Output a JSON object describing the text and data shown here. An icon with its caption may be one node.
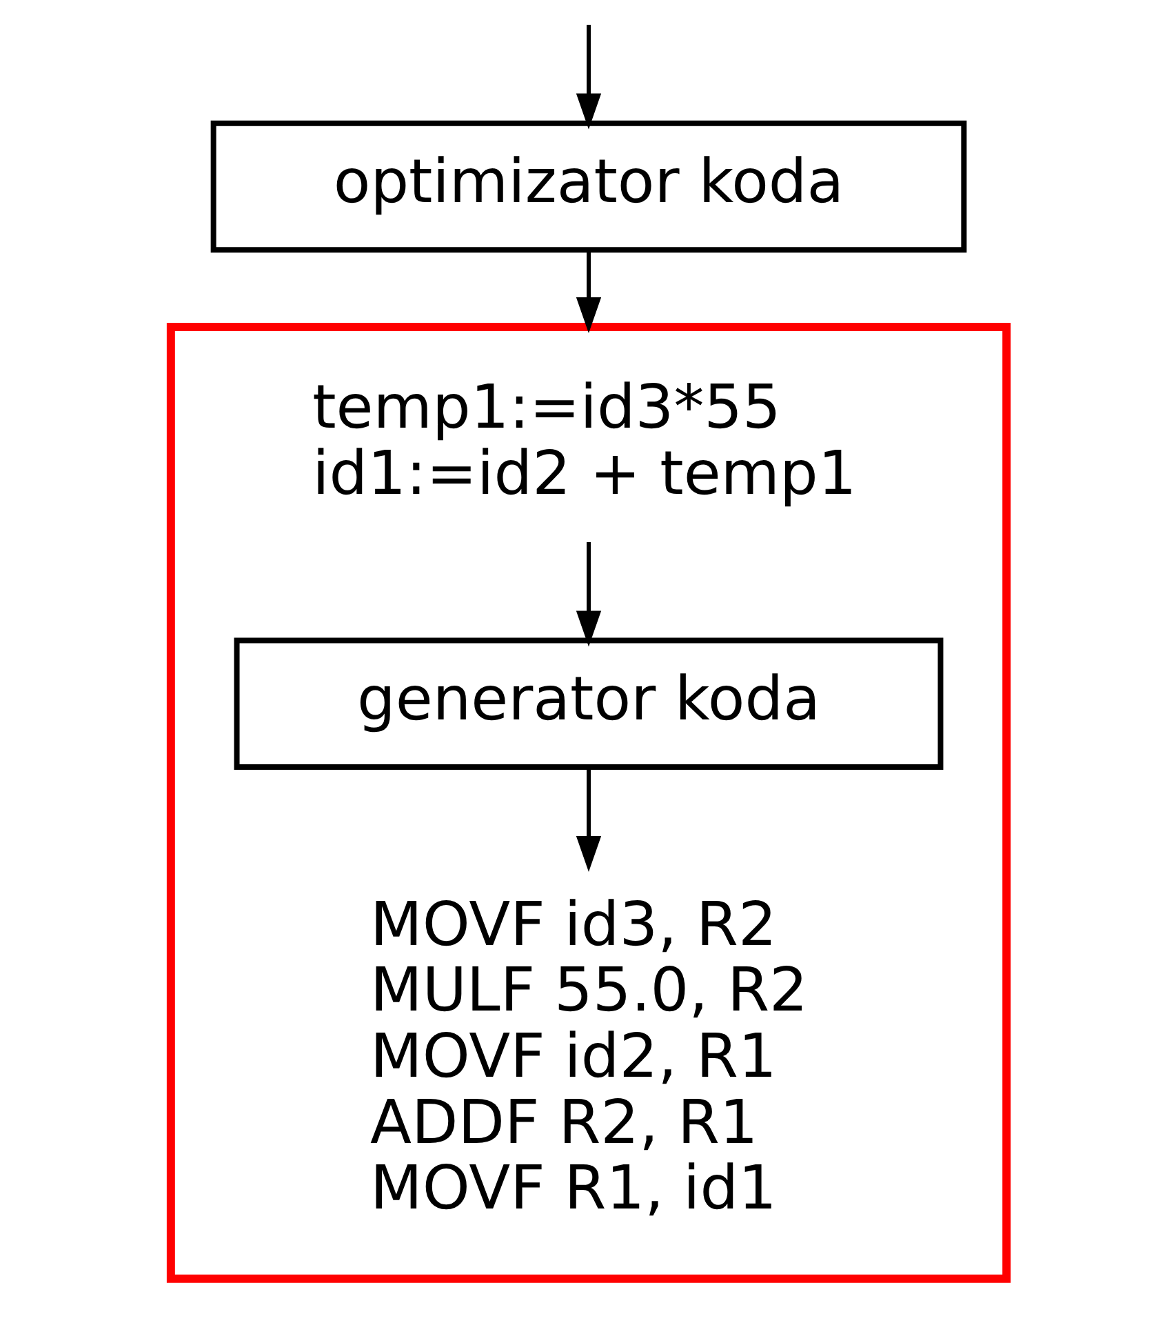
{
  "diagram": {
    "nodes": [
      {
        "text": [
          "optimizator koda"
        ]
      },
      {
        "text": [],
        "shape": "box"
      },
      {
        "text": [
          "temp1:=id3*55",
          "id1:=id2 + temp1"
        ],
        "in": 1
      },
      {
        "text": [
          "generator koda"
        ],
        "in": 1
      },
      {
        "text": [
          "MOVF id3, R2",
          "MULF 55.0, R2",
          "MOVF id2, R1",
          "ADDF R2, R1",
          "MOVF R1, id1"
        ],
        "in": 1
      }
    ],
    "edges": [
      {
        "from": null,
        "to": 0,
        "arrow": "to"
      },
      {
        "from": 0,
        "to": 1,
        "arrow": "to"
      },
      {
        "from": 2,
        "to": 3,
        "arrow": "to"
      },
      {
        "from": 3,
        "to": 4,
        "arrow": "to"
      }
    ]
  }
}
